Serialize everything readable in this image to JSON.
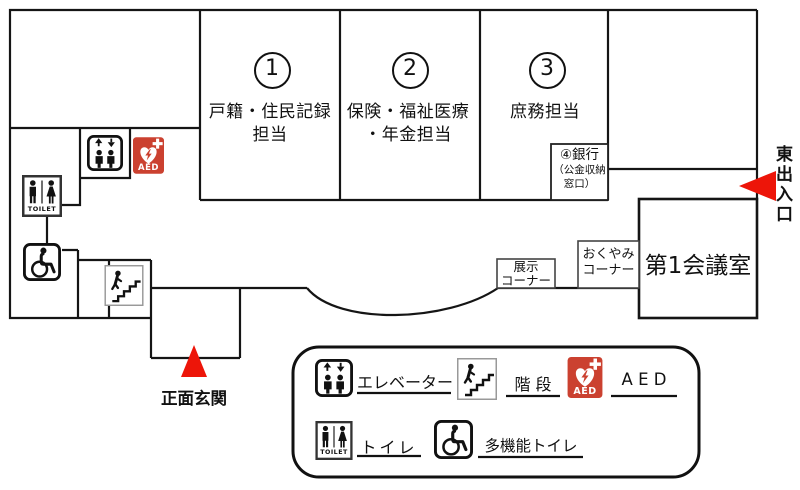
{
  "colors": {
    "wall": "#151515",
    "arrow_red": "#ed1509",
    "aed_red": "#cb4130"
  },
  "floor_plan": {
    "rooms": [
      {
        "number": "1",
        "lines": [
          "戸籍・住民記録",
          "担当"
        ]
      },
      {
        "number": "2",
        "lines": [
          "保険・福祉医療",
          "・年金担当"
        ]
      },
      {
        "number": "3",
        "lines": [
          "庶務担当"
        ]
      }
    ],
    "bank_window": {
      "lines": [
        "④銀行",
        "（公金収納",
        "窓口）"
      ]
    },
    "meeting_room": "第1会議室",
    "exhibit_corner": {
      "lines": [
        "展示",
        "コーナー"
      ]
    },
    "condolence_corner": {
      "lines": [
        "おくやみ",
        "コーナー"
      ]
    },
    "east_entrance": "東出入口",
    "main_entrance": "正面玄関"
  },
  "signs": {
    "toilet": "TOILET",
    "aed": "AED"
  },
  "legend": {
    "elevator": "エレベーター",
    "stairs": "階 段",
    "aed": "A E D",
    "toilet": "トイレ",
    "accessible_toilet": "多機能トイレ"
  }
}
